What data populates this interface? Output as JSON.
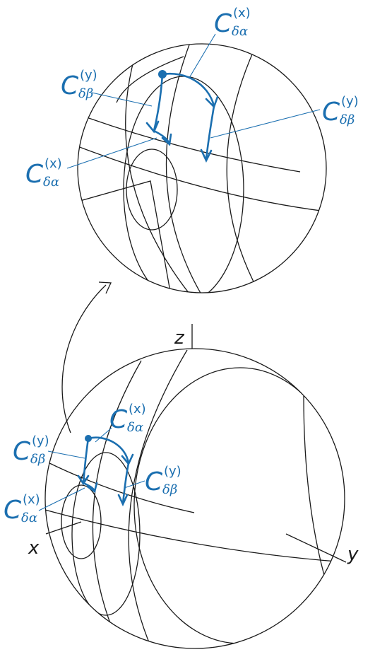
{
  "axes": {
    "x": "x",
    "y": "y",
    "z": "z"
  },
  "label_parts": {
    "C": "C",
    "sup_x": "(x)",
    "sup_y": "(y)",
    "sub_da": "δα",
    "sub_db": "δβ"
  },
  "colors": {
    "ink": "#1a1a1a",
    "path": "#1b6fb0"
  }
}
